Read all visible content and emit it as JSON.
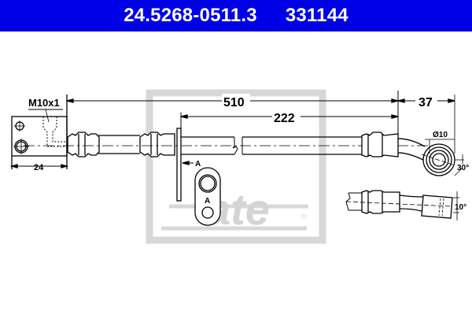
{
  "header": {
    "part_number": "24.5268-0511.3",
    "reference_number": "331144",
    "background_color": "#0000e6"
  },
  "drawing": {
    "thread_label": "M10x1",
    "dimensions": {
      "total_length": "510",
      "bracket_to_end": "222",
      "end_fitting_length": "37",
      "block_width": "24",
      "eye_diameter": "Ø10",
      "eye_angle": "30°",
      "end_angle": "10°"
    },
    "section_marker": "A",
    "section_label": "A",
    "watermark": "ate",
    "watermark_registered": "®"
  }
}
